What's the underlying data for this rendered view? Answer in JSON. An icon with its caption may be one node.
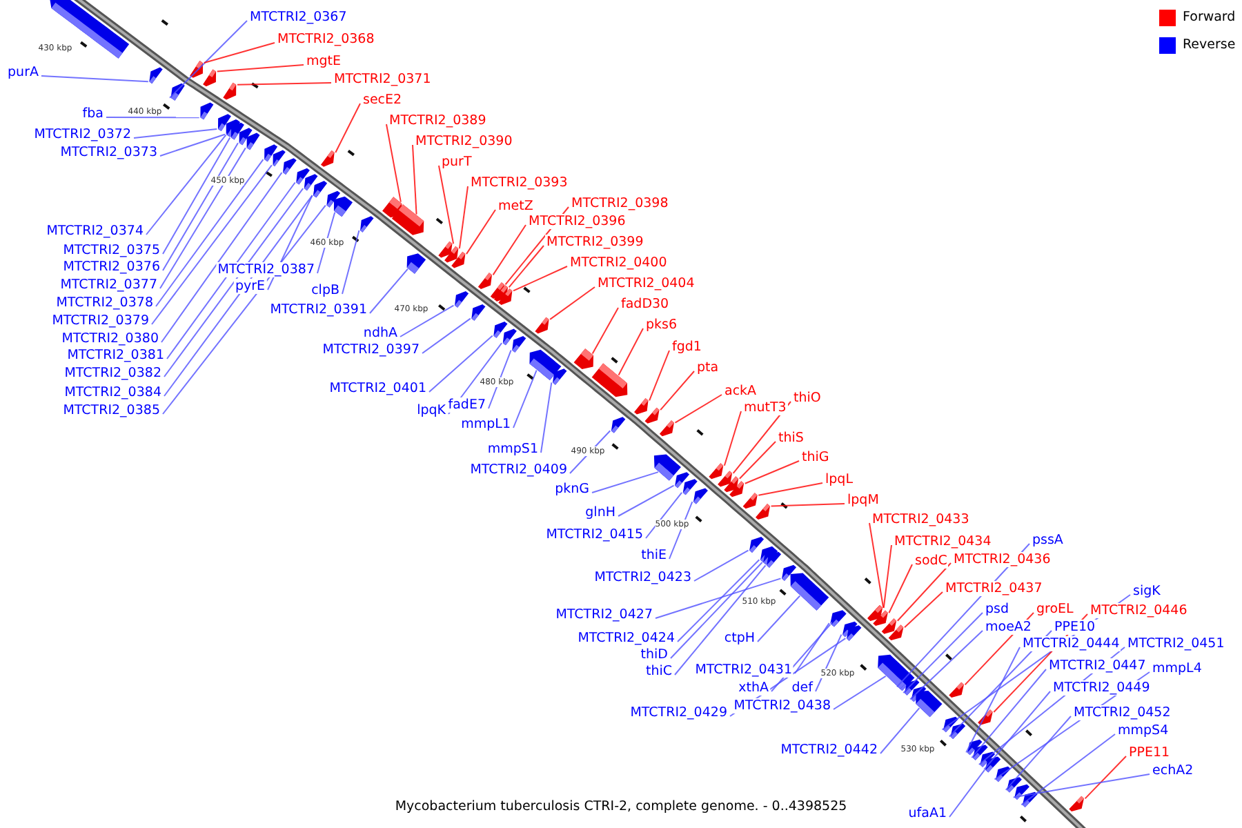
{
  "diagram": {
    "caption": "Mycobacterium tuberculosis CTRI-2, complete genome. - 0..4398525",
    "nodes": [
      {
        "text": [
          "MTCTRI2_0367"
        ]
      },
      {
        "text": [
          "purA"
        ]
      },
      {
        "text": [
          "MTCTRI2_0368"
        ]
      },
      {
        "text": [
          "mgtE"
        ]
      },
      {
        "text": [
          "MTCTRI2_0371"
        ]
      },
      {
        "text": [
          "secE2"
        ]
      },
      {
        "text": [
          "fba"
        ]
      },
      {
        "text": [
          "MTCTRI2_0372"
        ]
      },
      {
        "text": [
          "MTCTRI2_0389"
        ]
      },
      {
        "text": [
          "MTCTRI2_0390"
        ]
      },
      {
        "text": [
          "MTCTRI2_0373"
        ]
      },
      {
        "text": [
          "purT"
        ]
      },
      {
        "text": [
          "MTCTRI2_0393"
        ]
      },
      {
        "text": [
          "MTCTRI2_0398"
        ]
      },
      {
        "text": [
          "metZ"
        ]
      },
      {
        "text": [
          "MTCTRI2_0396"
        ]
      },
      {
        "text": [
          "MTCTRI2_0374"
        ]
      },
      {
        "text": [
          "MTCTRI2_0399"
        ]
      },
      {
        "text": [
          "MTCTRI2_0375"
        ]
      },
      {
        "text": [
          "MTCTRI2_0400"
        ]
      },
      {
        "text": [
          "MTCTRI2_0376"
        ]
      },
      {
        "text": [
          "MTCTRI2_0387"
        ]
      },
      {
        "text": [
          "MTCTRI2_0404"
        ]
      },
      {
        "text": [
          "MTCTRI2_0377"
        ]
      },
      {
        "text": [
          "pyrE"
        ]
      },
      {
        "text": [
          "clpB"
        ]
      },
      {
        "text": [
          "MTCTRI2_0378"
        ]
      },
      {
        "text": [
          "fadD30"
        ]
      },
      {
        "text": [
          "MTCTRI2_0391"
        ]
      },
      {
        "text": [
          "MTCTRI2_0379"
        ]
      },
      {
        "text": [
          "pks6"
        ]
      },
      {
        "text": [
          "ndhA"
        ]
      },
      {
        "text": [
          "MTCTRI2_0380"
        ]
      },
      {
        "text": [
          "fgd1"
        ]
      },
      {
        "text": [
          "MTCTRI2_0397"
        ]
      },
      {
        "text": [
          "MTCTRI2_0381"
        ]
      },
      {
        "text": [
          "pta"
        ]
      },
      {
        "text": [
          "MTCTRI2_0382"
        ]
      },
      {
        "text": [
          "MTCTRI2_0401"
        ]
      },
      {
        "text": [
          "ackA"
        ]
      },
      {
        "text": [
          "MTCTRI2_0384"
        ]
      },
      {
        "text": [
          "thiO"
        ]
      },
      {
        "text": [
          "fadE7"
        ]
      },
      {
        "text": [
          "mutT3"
        ]
      },
      {
        "text": [
          "lpqK"
        ]
      },
      {
        "text": [
          "MTCTRI2_0385"
        ]
      },
      {
        "text": [
          "mmpL1"
        ]
      },
      {
        "text": [
          "thiS"
        ]
      },
      {
        "text": [
          "mmpS1"
        ]
      },
      {
        "text": [
          "thiG"
        ]
      },
      {
        "text": [
          "MTCTRI2_0409"
        ]
      },
      {
        "text": [
          "lpqL"
        ]
      },
      {
        "text": [
          "pknG"
        ]
      },
      {
        "text": [
          "lpqM"
        ]
      },
      {
        "text": [
          "glnH"
        ]
      },
      {
        "text": [
          "MTCTRI2_0433"
        ]
      },
      {
        "text": [
          "MTCTRI2_0415"
        ]
      },
      {
        "text": [
          "pssA"
        ]
      },
      {
        "text": [
          "MTCTRI2_0434"
        ]
      },
      {
        "text": [
          "thiE"
        ]
      },
      {
        "text": [
          "sodC"
        ]
      },
      {
        "text": [
          "MTCTRI2_0436"
        ]
      },
      {
        "text": [
          "MTCTRI2_0423"
        ]
      },
      {
        "text": [
          "MTCTRI2_0437"
        ]
      },
      {
        "text": [
          "sigK"
        ]
      },
      {
        "text": [
          "psd"
        ]
      },
      {
        "text": [
          "groEL"
        ]
      },
      {
        "text": [
          "MTCTRI2_0446"
        ]
      },
      {
        "text": [
          "MTCTRI2_0427"
        ]
      },
      {
        "text": [
          "PPE10"
        ]
      },
      {
        "text": [
          "moeA2"
        ]
      },
      {
        "text": [
          "MTCTRI2_0424"
        ]
      },
      {
        "text": [
          "ctpH"
        ]
      },
      {
        "text": [
          "MTCTRI2_0444"
        ]
      },
      {
        "text": [
          "MTCTRI2_0451"
        ]
      },
      {
        "text": [
          "thiD"
        ]
      },
      {
        "text": [
          "MTCTRI2_0447"
        ]
      },
      {
        "text": [
          "mmpL4"
        ]
      },
      {
        "text": [
          "MTCTRI2_0431"
        ]
      },
      {
        "text": [
          "thiC"
        ]
      },
      {
        "text": [
          "xthA"
        ]
      },
      {
        "text": [
          "def"
        ]
      },
      {
        "text": [
          "MTCTRI2_0449"
        ]
      },
      {
        "text": [
          "MTCTRI2_0438"
        ]
      },
      {
        "text": [
          "MTCTRI2_0429"
        ]
      },
      {
        "text": [
          "MTCTRI2_0452"
        ]
      },
      {
        "text": [
          "mmpS4"
        ]
      },
      {
        "text": [
          "MTCTRI2_0442"
        ]
      },
      {
        "text": [
          "PPE11"
        ]
      },
      {
        "text": [
          "echA2"
        ]
      },
      {
        "text": [
          "ufaA1"
        ]
      },
      {
        "text": [],
        "shape": "arrow"
      },
      {
        "text": [],
        "shape": "arrow"
      },
      {
        "text": [],
        "shape": "arrow"
      },
      {
        "text": [],
        "shape": "arrow"
      },
      {
        "text": [],
        "shape": "arrow"
      },
      {
        "text": [],
        "shape": "arrow"
      },
      {
        "text": [],
        "shape": "arrow"
      },
      {
        "text": [],
        "shape": "arrow"
      },
      {
        "text": [],
        "shape": "arrow"
      },
      {
        "text": [],
        "shape": "arrow"
      },
      {
        "text": [],
        "shape": "arrow"
      },
      {
        "text": [],
        "shape": "arrow"
      },
      {
        "text": [],
        "shape": "arrow"
      },
      {
        "text": [],
        "shape": "arrow"
      },
      {
        "text": [],
        "shape": "arrow"
      },
      {
        "text": [],
        "shape": "arrow"
      },
      {
        "text": [],
        "shape": "arrow"
      },
      {
        "text": [],
        "shape": "arrow"
      },
      {
        "text": [],
        "shape": "arrow"
      },
      {
        "text": [],
        "shape": "arrow"
      },
      {
        "text": [],
        "shape": "arrow"
      },
      {
        "text": [],
        "shape": "arrow"
      },
      {
        "text": [],
        "shape": "arrow"
      },
      {
        "text": [],
        "shape": "arrow"
      },
      {
        "text": [],
        "shape": "arrow"
      },
      {
        "text": [],
        "shape": "arrow"
      },
      {
        "text": [],
        "shape": "arrow"
      },
      {
        "text": [],
        "shape": "arrow"
      },
      {
        "text": [],
        "shape": "arrow"
      },
      {
        "text": [],
        "shape": "arrow"
      },
      {
        "text": [],
        "shape": "arrow"
      },
      {
        "text": [],
        "shape": "arrow"
      },
      {
        "text": [],
        "shape": "arrow"
      },
      {
        "text": [],
        "shape": "arrow"
      },
      {
        "text": [],
        "shape": "arrow"
      },
      {
        "text": [],
        "shape": "arrow"
      },
      {
        "text": [],
        "shape": "arrow"
      },
      {
        "text": [],
        "shape": "arrow"
      },
      {
        "text": [],
        "shape": "arrow"
      },
      {
        "text": [],
        "shape": "arrow"
      },
      {
        "text": [],
        "shape": "arrow"
      },
      {
        "text": [],
        "shape": "arrow"
      },
      {
        "text": [],
        "shape": "arrow"
      },
      {
        "text": [],
        "shape": "arrow"
      },
      {
        "text": [],
        "shape": "arrow"
      },
      {
        "text": [],
        "shape": "arrow"
      },
      {
        "text": [],
        "shape": "arrow"
      },
      {
        "text": [],
        "shape": "arrow"
      },
      {
        "text": [],
        "shape": "arrow"
      },
      {
        "text": [],
        "shape": "arrow"
      },
      {
        "text": [],
        "shape": "arrow"
      },
      {
        "text": [],
        "shape": "arrow"
      },
      {
        "text": [],
        "shape": "arrow"
      },
      {
        "text": [],
        "shape": "arrow"
      },
      {
        "text": [],
        "shape": "arrow"
      },
      {
        "text": [],
        "shape": "arrow"
      },
      {
        "text": [],
        "shape": "arrow"
      },
      {
        "text": [],
        "shape": "arrow"
      },
      {
        "text": [],
        "shape": "arrow"
      },
      {
        "text": [],
        "shape": "arrow"
      },
      {
        "text": [],
        "shape": "arrow"
      },
      {
        "text": [],
        "shape": "arrow"
      },
      {
        "text": [],
        "shape": "arrow"
      },
      {
        "text": [],
        "shape": "arrow"
      },
      {
        "text": [],
        "shape": "arrow"
      },
      {
        "text": [],
        "shape": "arrow"
      },
      {
        "text": [],
        "shape": "arrow"
      },
      {
        "text": [],
        "shape": "arrow"
      },
      {
        "text": [],
        "shape": "arrow"
      },
      {
        "text": [],
        "shape": "arrow"
      },
      {
        "text": [],
        "shape": "arrow"
      },
      {
        "text": [],
        "shape": "arrow"
      },
      {
        "text": [],
        "shape": "arrow"
      },
      {
        "text": [],
        "shape": "arrow"
      },
      {
        "text": [],
        "shape": "arrow"
      },
      {
        "text": [],
        "shape": "arrow"
      },
      {
        "text": [],
        "shape": "arrow"
      },
      {
        "text": [],
        "shape": "arrow"
      },
      {
        "text": [],
        "shape": "arrow"
      },
      {
        "text": [],
        "shape": "arrow"
      },
      {
        "text": [],
        "shape": "arrow"
      },
      {
        "text": [],
        "shape": "arrow"
      },
      {
        "text": [],
        "shape": "arrow"
      },
      {
        "text": [],
        "shape": "arrow"
      },
      {
        "text": [],
        "shape": "arrow"
      },
      {
        "text": [],
        "shape": "arrow"
      },
      {
        "text": [],
        "shape": "arrow"
      },
      {
        "text": [],
        "shape": "arrow"
      },
      {
        "text": [],
        "shape": "arrow"
      },
      {
        "text": [],
        "shape": "arrow"
      },
      {
        "text": [],
        "shape": "arrow"
      },
      {
        "text": [],
        "shape": "arrow"
      }
    ],
    "edges": [
      {
        "from": 0,
        "to": 91,
        "arrow": "none"
      },
      {
        "from": 1,
        "to": 92,
        "arrow": "none"
      },
      {
        "from": 2,
        "to": 93,
        "arrow": "none",
        "color": "#ff0000"
      },
      {
        "from": 3,
        "to": 94,
        "arrow": "none",
        "color": "#ff0000"
      },
      {
        "from": 4,
        "to": 95,
        "arrow": "none",
        "color": "#ff0000"
      },
      {
        "from": 5,
        "to": 96,
        "arrow": "none",
        "color": "#ff0000"
      },
      {
        "from": 6,
        "to": 97,
        "arrow": "none"
      },
      {
        "from": 7,
        "to": 98,
        "arrow": "none"
      },
      {
        "from": 8,
        "to": 99,
        "arrow": "none",
        "color": "#ff0000"
      },
      {
        "from": 9,
        "to": 100,
        "arrow": "none",
        "color": "#ff0000"
      },
      {
        "from": 10,
        "to": 101,
        "arrow": "none"
      },
      {
        "from": 11,
        "to": 102,
        "arrow": "none",
        "color": "#ff0000"
      },
      {
        "from": 12,
        "to": 103,
        "arrow": "none",
        "color": "#ff0000"
      },
      {
        "from": 13,
        "to": 104,
        "arrow": "none",
        "color": "#ff0000"
      },
      {
        "from": 14,
        "to": 105,
        "arrow": "none",
        "color": "#ff0000"
      },
      {
        "from": 15,
        "to": 106,
        "arrow": "none",
        "color": "#ff0000"
      },
      {
        "from": 16,
        "to": 107,
        "arrow": "none"
      },
      {
        "from": 17,
        "to": 108,
        "arrow": "none",
        "color": "#ff0000"
      },
      {
        "from": 18,
        "to": 109,
        "arrow": "none"
      },
      {
        "from": 19,
        "to": 110,
        "arrow": "none",
        "color": "#ff0000"
      },
      {
        "from": 20,
        "to": 111,
        "arrow": "none"
      },
      {
        "from": 21,
        "to": 112,
        "arrow": "none"
      },
      {
        "from": 22,
        "to": 113,
        "arrow": "none",
        "color": "#ff0000"
      },
      {
        "from": 23,
        "to": 114,
        "arrow": "none"
      },
      {
        "from": 24,
        "to": 115,
        "arrow": "none"
      },
      {
        "from": 25,
        "to": 116,
        "arrow": "none"
      },
      {
        "from": 26,
        "to": 117,
        "arrow": "none"
      },
      {
        "from": 27,
        "to": 118,
        "arrow": "none",
        "color": "#ff0000"
      },
      {
        "from": 28,
        "to": 119,
        "arrow": "none"
      },
      {
        "from": 29,
        "to": 120,
        "arrow": "none"
      },
      {
        "from": 30,
        "to": 121,
        "arrow": "none",
        "color": "#ff0000"
      },
      {
        "from": 31,
        "to": 122,
        "arrow": "none"
      },
      {
        "from": 32,
        "to": 123,
        "arrow": "none"
      },
      {
        "from": 33,
        "to": 124,
        "arrow": "none",
        "color": "#ff0000"
      },
      {
        "from": 34,
        "to": 125,
        "arrow": "none"
      },
      {
        "from": 35,
        "to": 126,
        "arrow": "none"
      },
      {
        "from": 36,
        "to": 127,
        "arrow": "none",
        "color": "#ff0000"
      },
      {
        "from": 37,
        "to": 128,
        "arrow": "none"
      },
      {
        "from": 38,
        "to": 129,
        "arrow": "none"
      },
      {
        "from": 39,
        "to": 130,
        "arrow": "none",
        "color": "#ff0000"
      },
      {
        "from": 40,
        "to": 131,
        "arrow": "none"
      },
      {
        "from": 41,
        "to": 132,
        "arrow": "none",
        "color": "#ff0000"
      },
      {
        "from": 42,
        "to": 133,
        "arrow": "none"
      },
      {
        "from": 43,
        "to": 134,
        "arrow": "none",
        "color": "#ff0000"
      },
      {
        "from": 44,
        "to": 135,
        "arrow": "none"
      },
      {
        "from": 45,
        "to": 136,
        "arrow": "none"
      },
      {
        "from": 46,
        "to": 137,
        "arrow": "none"
      },
      {
        "from": 47,
        "to": 138,
        "arrow": "none",
        "color": "#ff0000"
      },
      {
        "from": 48,
        "to": 139,
        "arrow": "none"
      },
      {
        "from": 49,
        "to": 140,
        "arrow": "none",
        "color": "#ff0000"
      },
      {
        "from": 50,
        "to": 141,
        "arrow": "none"
      },
      {
        "from": 51,
        "to": 142,
        "arrow": "none",
        "color": "#ff0000"
      },
      {
        "from": 52,
        "to": 143,
        "arrow": "none"
      },
      {
        "from": 53,
        "to": 144,
        "arrow": "none",
        "color": "#ff0000"
      },
      {
        "from": 54,
        "to": 145,
        "arrow": "none"
      },
      {
        "from": 55,
        "to": 146,
        "arrow": "none",
        "color": "#ff0000"
      },
      {
        "from": 56,
        "to": 147,
        "arrow": "none"
      },
      {
        "from": 57,
        "to": 148,
        "arrow": "none"
      },
      {
        "from": 58,
        "to": 149,
        "arrow": "none",
        "color": "#ff0000"
      },
      {
        "from": 59,
        "to": 150,
        "arrow": "none"
      },
      {
        "from": 60,
        "to": 151,
        "arrow": "none",
        "color": "#ff0000"
      },
      {
        "from": 61,
        "to": 152,
        "arrow": "none",
        "color": "#ff0000"
      },
      {
        "from": 62,
        "to": 153,
        "arrow": "none"
      },
      {
        "from": 63,
        "to": 154,
        "arrow": "none",
        "color": "#ff0000"
      },
      {
        "from": 64,
        "to": 155,
        "arrow": "none"
      },
      {
        "from": 65,
        "to": 156,
        "arrow": "none"
      },
      {
        "from": 66,
        "to": 157,
        "arrow": "none",
        "color": "#ff0000"
      },
      {
        "from": 67,
        "to": 158,
        "arrow": "none",
        "color": "#ff0000"
      },
      {
        "from": 68,
        "to": 159,
        "arrow": "none"
      },
      {
        "from": 69,
        "to": 160,
        "arrow": "none"
      },
      {
        "from": 70,
        "to": 161,
        "arrow": "none"
      },
      {
        "from": 71,
        "to": 162,
        "arrow": "none"
      },
      {
        "from": 72,
        "to": 163,
        "arrow": "none"
      },
      {
        "from": 73,
        "to": 164,
        "arrow": "none"
      },
      {
        "from": 74,
        "to": 165,
        "arrow": "none"
      },
      {
        "from": 75,
        "to": 166,
        "arrow": "none"
      },
      {
        "from": 76,
        "to": 167,
        "arrow": "none"
      },
      {
        "from": 77,
        "to": 168,
        "arrow": "none"
      },
      {
        "from": 78,
        "to": 169,
        "arrow": "none"
      },
      {
        "from": 79,
        "to": 170,
        "arrow": "none"
      },
      {
        "from": 80,
        "to": 171,
        "arrow": "none"
      },
      {
        "from": 81,
        "to": 172,
        "arrow": "none"
      },
      {
        "from": 82,
        "to": 173,
        "arrow": "none"
      },
      {
        "from": 83,
        "to": 174,
        "arrow": "none"
      },
      {
        "from": 84,
        "to": 175,
        "arrow": "none"
      },
      {
        "from": 85,
        "to": 176,
        "arrow": "none"
      },
      {
        "from": 86,
        "to": 177,
        "arrow": "none"
      },
      {
        "from": 87,
        "to": 178,
        "arrow": "none"
      },
      {
        "from": 88,
        "to": 179,
        "arrow": "none",
        "color": "#ff0000"
      },
      {
        "from": 89,
        "to": 180,
        "arrow": "none"
      },
      {
        "from": 90,
        "to": 181,
        "arrow": "none"
      }
    ],
    "labels": [
      "430 kbp",
      "440 kbp",
      "450 kbp",
      "460 kbp",
      "470 kbp",
      "480 kbp",
      "490 kbp",
      "500 kbp",
      "510 kbp",
      "520 kbp",
      "530 kbp"
    ],
    "legend": [
      {
        "text": "Forward",
        "color": "#ff0000"
      },
      {
        "text": "Reverse",
        "color": "#0000ff"
      }
    ]
  }
}
